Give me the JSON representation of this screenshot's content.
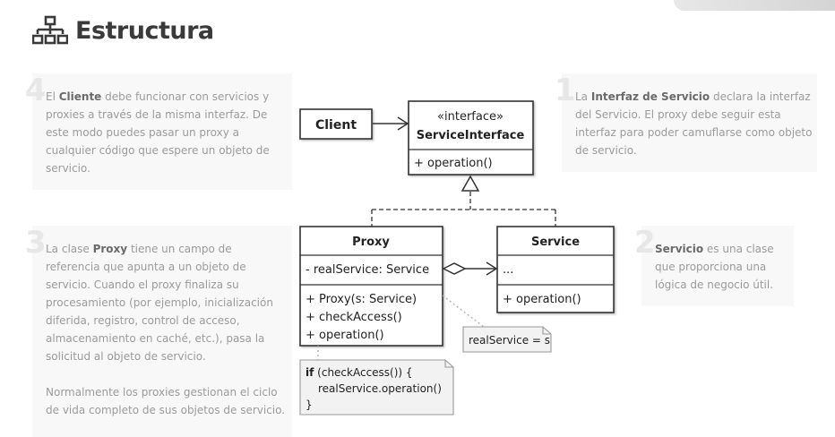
{
  "title": "Estructura",
  "icons": {
    "title": "sitemap-icon"
  },
  "notes": {
    "n4": {
      "number": "4",
      "parts": [
        {
          "t": "El ",
          "b": false
        },
        {
          "t": "Cliente",
          "b": true
        },
        {
          "t": " debe funcionar con servicios y proxies a través de la misma interfaz. De este modo puedes pasar un proxy a cualquier código que espere un objeto de servicio.",
          "b": false
        }
      ]
    },
    "n1": {
      "number": "1",
      "parts": [
        {
          "t": "La ",
          "b": false
        },
        {
          "t": "Interfaz de Servicio",
          "b": true
        },
        {
          "t": " declara la interfaz del Servicio. El proxy debe seguir esta interfaz para poder camuflarse como objeto de servicio.",
          "b": false
        }
      ]
    },
    "n3": {
      "number": "3",
      "parts": [
        {
          "t": "La clase ",
          "b": false
        },
        {
          "t": "Proxy",
          "b": true
        },
        {
          "t": " tiene un campo de referencia que apunta a un objeto de servicio. Cuando el proxy finaliza su procesamiento (por ejemplo, inicialización diferida, registro, control de acceso, almacenamiento en caché, etc.), pasa la solicitud al objeto de servicio.",
          "b": false
        },
        {
          "br": true
        },
        {
          "t": "Normalmente los proxies gestionan el ciclo de vida completo de sus objetos de servicio.",
          "b": false
        }
      ]
    },
    "n2": {
      "number": "2",
      "parts": [
        {
          "t": "Servicio",
          "b": true
        },
        {
          "t": " es una clase que proporciona una lógica de negocio útil.",
          "b": false
        }
      ]
    }
  },
  "uml": {
    "client": {
      "name": "Client"
    },
    "interface": {
      "stereotype": "«interface»",
      "name": "ServiceInterface",
      "method": "+ operation()"
    },
    "proxy": {
      "name": "Proxy",
      "field": "- realService: Service",
      "methods": [
        "+ Proxy(s: Service)",
        "+ checkAccess()",
        "+ operation()"
      ]
    },
    "service": {
      "name": "Service",
      "field": "...",
      "method": "+ operation()"
    },
    "note_realservice": "realService = s",
    "note_code": {
      "kw": "if",
      "line1_rest": " (checkAccess()) {",
      "line2": "realService.operation()",
      "line3": "}"
    }
  }
}
